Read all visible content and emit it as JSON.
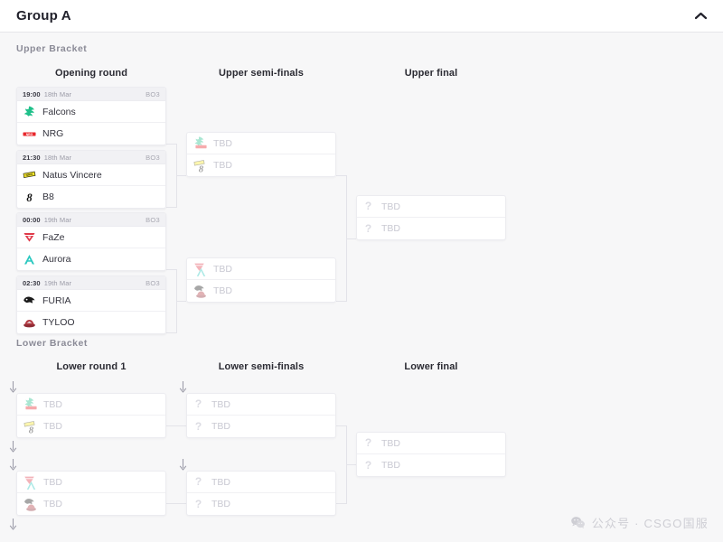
{
  "header": {
    "title": "Group A",
    "collapse_icon": "chevron-up-icon"
  },
  "brackets": {
    "upper_label": "Upper Bracket",
    "lower_label": "Lower Bracket"
  },
  "rounds": {
    "opening": "Opening round",
    "upper_semis": "Upper semi-finals",
    "upper_final": "Upper final",
    "lower_round_1": "Lower round 1",
    "lower_semis": "Lower semi-finals",
    "lower_final": "Lower final"
  },
  "teams": {
    "falcons": {
      "name": "Falcons",
      "logo": "falcons-logo",
      "color": "#1fc08a"
    },
    "nrg": {
      "name": "NRG",
      "logo": "nrg-logo",
      "color": "#e8262b"
    },
    "navi": {
      "name": "Natus Vincere",
      "logo": "navi-logo",
      "color": "#f5e62a"
    },
    "b8": {
      "name": "B8",
      "logo": "b8-logo",
      "color": "#111111"
    },
    "faze": {
      "name": "FaZe",
      "logo": "faze-logo",
      "color": "#e03a4a"
    },
    "aurora": {
      "name": "Aurora",
      "logo": "aurora-logo",
      "color": "#2bc8c0"
    },
    "furia": {
      "name": "FURIA",
      "logo": "furia-logo",
      "color": "#1a1a1a"
    },
    "tyloo": {
      "name": "TYLOO",
      "logo": "tyloo-logo",
      "color": "#8e2b34"
    }
  },
  "placeholder": {
    "tbd": "TBD",
    "icon": "question-mark-icon"
  },
  "upper_matches": [
    {
      "time": "19:00",
      "date": "18th Mar",
      "format": "BO3",
      "team1": "Falcons",
      "team2": "NRG"
    },
    {
      "time": "21:30",
      "date": "18th Mar",
      "format": "BO3",
      "team1": "Natus Vincere",
      "team2": "B8"
    },
    {
      "time": "00:00",
      "date": "19th Mar",
      "format": "BO3",
      "team1": "FaZe",
      "team2": "Aurora"
    },
    {
      "time": "02:30",
      "date": "19th Mar",
      "format": "BO3",
      "team1": "FURIA",
      "team2": "TYLOO"
    }
  ],
  "upper_semifinals": [
    {
      "slot1": "TBD",
      "slot2": "TBD"
    },
    {
      "slot1": "TBD",
      "slot2": "TBD"
    }
  ],
  "upper_final_match": {
    "slot1": "TBD",
    "slot2": "TBD"
  },
  "lower_round1": [
    {
      "slot1": "TBD",
      "slot2": "TBD"
    },
    {
      "slot1": "TBD",
      "slot2": "TBD"
    }
  ],
  "lower_semifinals": [
    {
      "slot1": "TBD",
      "slot2": "TBD"
    },
    {
      "slot1": "TBD",
      "slot2": "TBD"
    }
  ],
  "lower_final_match": {
    "slot1": "TBD",
    "slot2": "TBD"
  },
  "watermark": {
    "text": "公众号 · CSGO国服",
    "icon": "wechat-icon"
  }
}
